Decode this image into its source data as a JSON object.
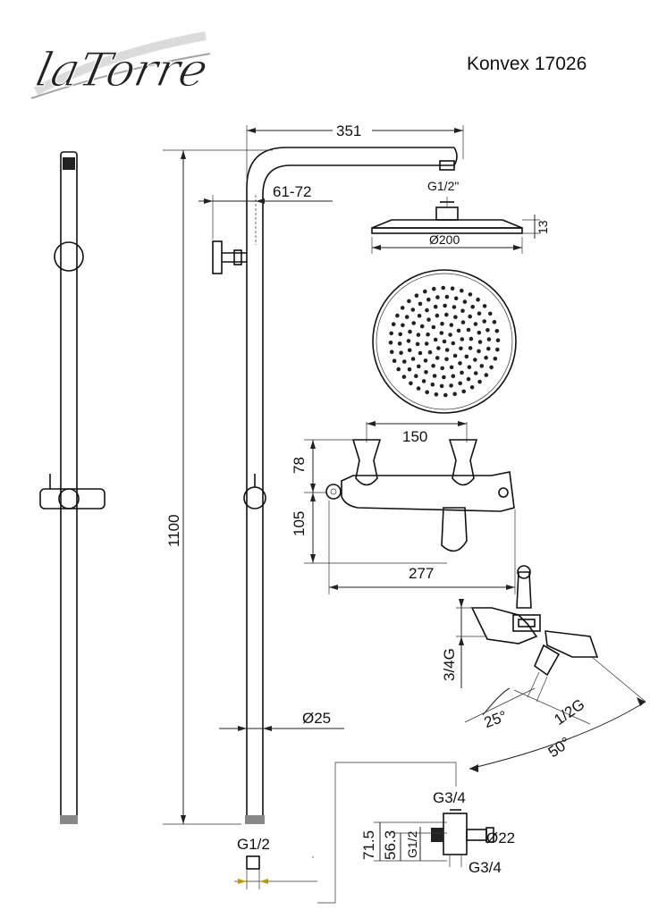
{
  "brand": {
    "logo_text": "laTorre"
  },
  "model": {
    "title": "Konvex 17026"
  },
  "dimensions": {
    "arm_length": "351",
    "head_connection": "G1/2\"",
    "head_diameter": "Ø200",
    "head_height": "13",
    "bracket_range": "61-72",
    "column_height": "1100",
    "tube_diameter": "Ø25",
    "mixer_spacing": "150",
    "mixer_upper": "78",
    "mixer_lower": "105",
    "mixer_width": "277",
    "outlet_thread": "3/4G",
    "spout_angle_small": "25°",
    "spout_thread": "1/2G",
    "spout_angle_large": "50°",
    "inlet_top": "G3/4",
    "inlet_bottom": "G3/4",
    "inlet_side_thread": "G1/2",
    "inlet_diameter": "Ø22",
    "inlet_height_total": "71.5",
    "inlet_height_partial": "56.3",
    "bottom_connection": "G1/2"
  }
}
